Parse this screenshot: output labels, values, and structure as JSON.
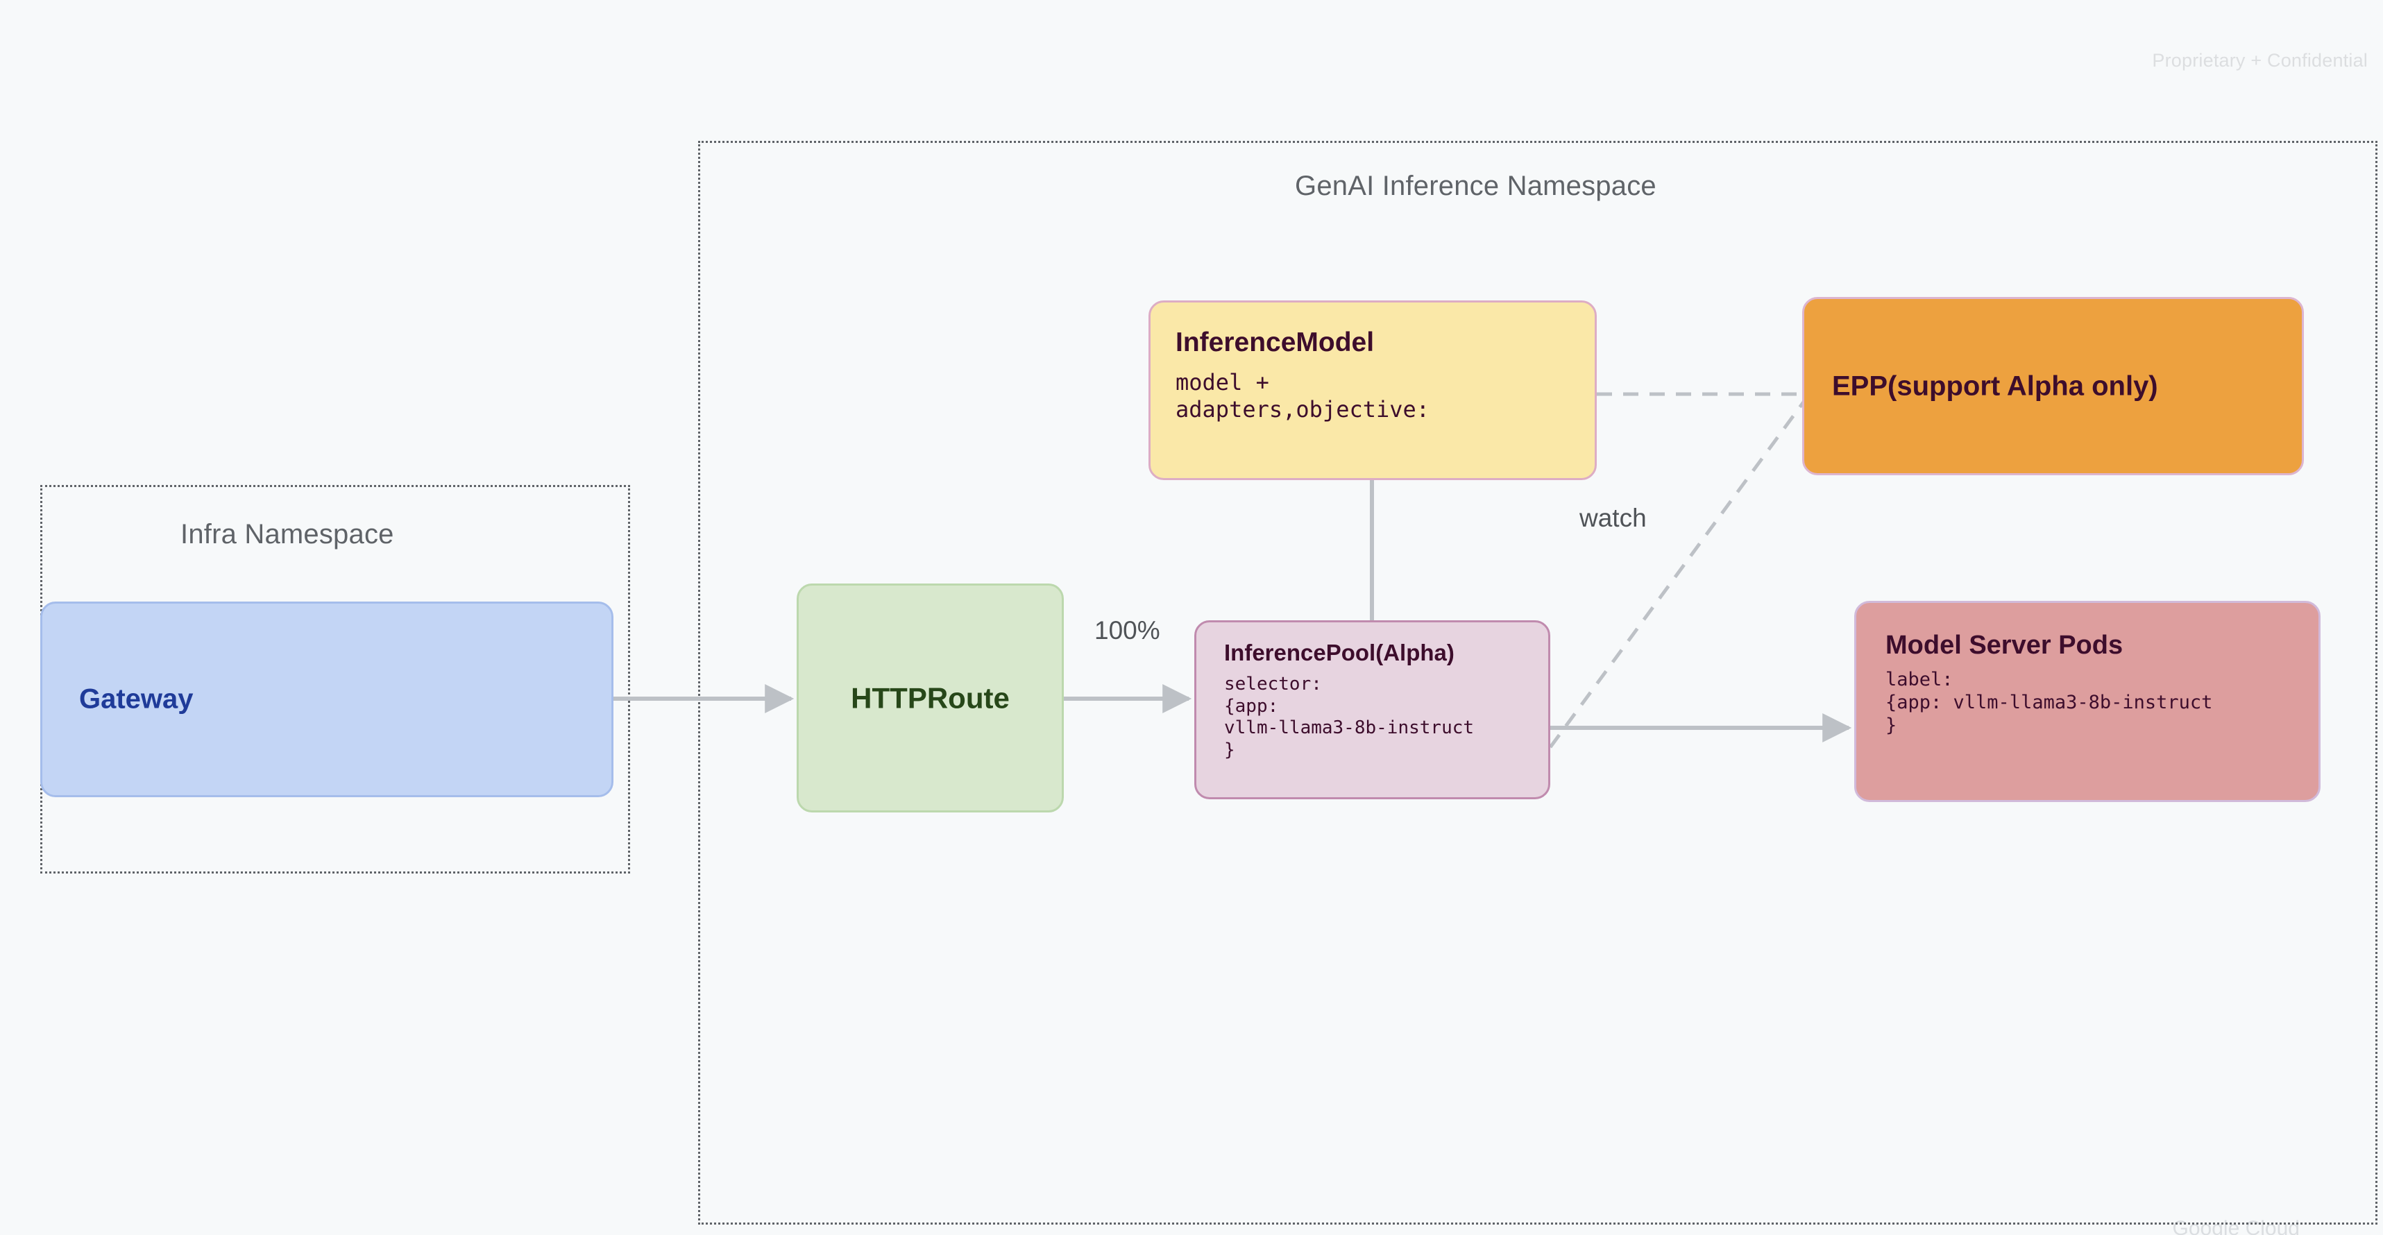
{
  "page": {
    "watermark": "Proprietary + Confidential",
    "bottom_mark": "Google Cloud",
    "background_color": "#f7f9fa"
  },
  "namespaces": [
    {
      "id": "infra",
      "title": "Infra Namespace",
      "border_color": "#5f6368",
      "border_style": "dotted"
    },
    {
      "id": "genai",
      "title": "GenAI Inference Namespace",
      "border_color": "#5f6368",
      "border_style": "dotted"
    }
  ],
  "nodes": {
    "gateway": {
      "title": "Gateway",
      "fill": "#c3d5f5",
      "border": "#a5bdeb",
      "text_color": "#1f3b99"
    },
    "httproute": {
      "title": "HTTPRoute",
      "fill": "#d8e8cd",
      "border": "#bcd8ad",
      "text_color": "#274719"
    },
    "inferencemodel": {
      "title": "InferenceModel",
      "code": "model +\nadapters,objective:",
      "fill": "#fae8a8",
      "border": "#ddadc4",
      "text_color": "#3d0d2c"
    },
    "inferencepool": {
      "title": "InferencePool(Alpha)",
      "code": "selector:\n{app:\nvllm-llama3-8b-instruct\n}",
      "fill": "#e7d4e0",
      "border": "#c08bae",
      "text_color": "#3d0d2c"
    },
    "epp": {
      "title": "EPP(support Alpha only)",
      "fill": "#eda13f",
      "border": "#ddb5cf",
      "text_color": "#3d0d2c"
    },
    "modelpods": {
      "title": "Model Server Pods",
      "code": "label:\n{app: vllm-llama3-8b-instruct\n}",
      "fill": "#dd9e9e",
      "border": "#d1bada",
      "text_color": "#3d0d2c"
    }
  },
  "edges": [
    {
      "id": "gateway-to-httproute",
      "from": "gateway",
      "to": "httproute",
      "style": "solid",
      "arrow": true,
      "label": ""
    },
    {
      "id": "httproute-to-inferencepool",
      "from": "httproute",
      "to": "inferencepool",
      "style": "solid",
      "arrow": true,
      "label": "100%"
    },
    {
      "id": "inferencemodel-to-inferencepool",
      "from": "inferencemodel",
      "to": "inferencepool",
      "style": "solid",
      "arrow": false,
      "label": ""
    },
    {
      "id": "inferencemodel-to-epp",
      "from": "inferencemodel",
      "to": "epp",
      "style": "dashed",
      "arrow": false,
      "label": "watch"
    },
    {
      "id": "inferencepool-to-epp",
      "from": "inferencepool",
      "to": "epp",
      "style": "dashed",
      "arrow": false,
      "label": "watch"
    },
    {
      "id": "inferencepool-to-modelpods",
      "from": "inferencepool",
      "to": "modelpods",
      "style": "solid",
      "arrow": true,
      "label": ""
    }
  ],
  "edge_labels": {
    "traffic_split": "100%",
    "watch": "watch"
  },
  "colors": {
    "connector": "#bdc1c6",
    "namespace_border": "#5f6368",
    "canvas": "#f7f9fa"
  }
}
